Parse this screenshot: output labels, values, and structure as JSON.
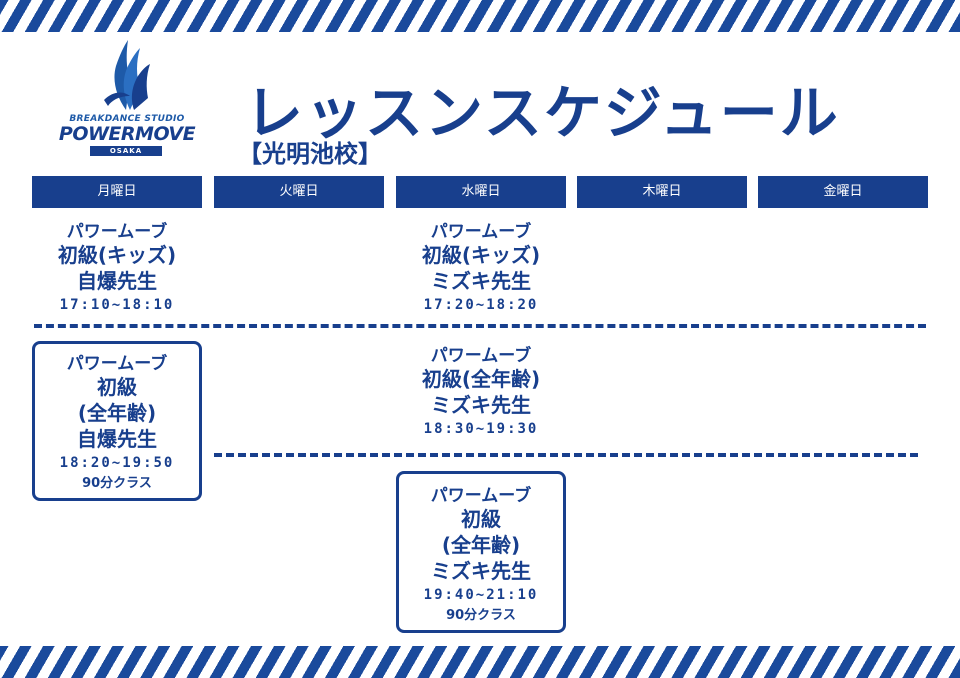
{
  "logo": {
    "line1": "BREAKDANCE STUDIO",
    "line2": "POWERMOVE",
    "line3": "OSAKA"
  },
  "header": {
    "title": "レッスンスケジュール",
    "subtitle": "【光明池校】"
  },
  "days": [
    "月曜日",
    "火曜日",
    "水曜日",
    "木曜日",
    "金曜日"
  ],
  "lessons": {
    "mon1": {
      "name": "パワームーブ",
      "level": "初級(キッズ)",
      "teacher": "自爆先生",
      "time": "17:10~18:10"
    },
    "wed1": {
      "name": "パワームーブ",
      "level": "初級(キッズ)",
      "teacher": "ミズキ先生",
      "time": "17:20~18:20"
    },
    "mon2": {
      "name": "パワームーブ",
      "level": "初級",
      "age": "(全年齢)",
      "teacher": "自爆先生",
      "time": "18:20~19:50",
      "note": "90分クラス"
    },
    "wed2": {
      "name": "パワームーブ",
      "level": "初級(全年齢)",
      "teacher": "ミズキ先生",
      "time": "18:30~19:30"
    },
    "wed3": {
      "name": "パワームーブ",
      "level": "初級",
      "age": "(全年齢)",
      "teacher": "ミズキ先生",
      "time": "19:40~21:10",
      "note": "90分クラス"
    }
  },
  "colors": {
    "primary": "#183f8d",
    "stripe": "#1a4a9c",
    "background": "#ffffff"
  }
}
